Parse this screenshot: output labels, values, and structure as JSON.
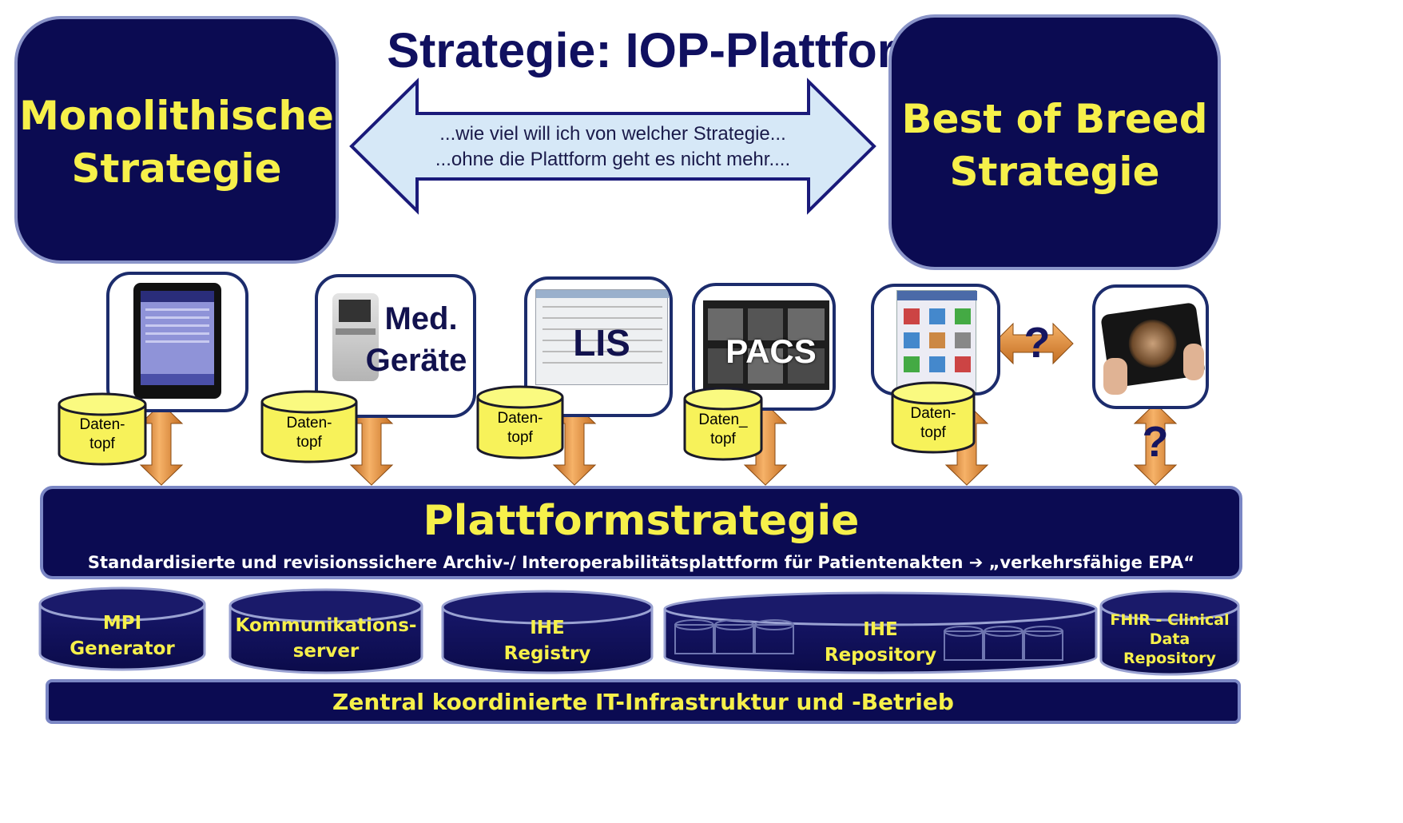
{
  "title": "Strategie: IOP-Plattform",
  "left_box": {
    "line1": "Monolithische",
    "line2": "Strategie"
  },
  "right_box": {
    "line1": "Best of Breed",
    "line2": "Strategie"
  },
  "arrow": {
    "line1": "...wie viel will ich von welcher Strategie...",
    "line2": "...ohne die Plattform geht es nicht mehr...."
  },
  "cards": {
    "med_line1": "Med.",
    "med_line2": "Geräte",
    "lis": "LIS",
    "pacs": "PACS",
    "question_between": "?",
    "question_below": "?"
  },
  "datentopf": [
    {
      "line1": "Daten-",
      "line2": "topf"
    },
    {
      "line1": "Daten-",
      "line2": "topf"
    },
    {
      "line1": "Daten-",
      "line2": "topf"
    },
    {
      "line1": "Daten_",
      "line2": "topf"
    },
    {
      "line1": "Daten-",
      "line2": "topf"
    }
  ],
  "platform": {
    "title": "Plattformstrategie",
    "subtitle": "Standardisierte und revisionssichere Archiv-/ Interoperabilitätsplattform für Patientenakten ➔ „verkehrsfähige EPA“"
  },
  "databases": [
    {
      "line1": "MPI",
      "line2": "Generator"
    },
    {
      "line1": "Kommunikations-",
      "line2": "server"
    },
    {
      "line1": "IHE",
      "line2": "Registry"
    },
    {
      "line1": "IHE",
      "line2": "Repository"
    },
    {
      "line1": "FHIR - Clinical",
      "line2": "Data",
      "line3": "Repository"
    }
  ],
  "footer": "Zentral koordinierte IT-Infrastruktur und -Betrieb",
  "colors": {
    "navy": "#0b0b52",
    "yellow": "#f6f04a",
    "orange": "#e8923a",
    "arrow_fill": "#d6e8f7"
  }
}
